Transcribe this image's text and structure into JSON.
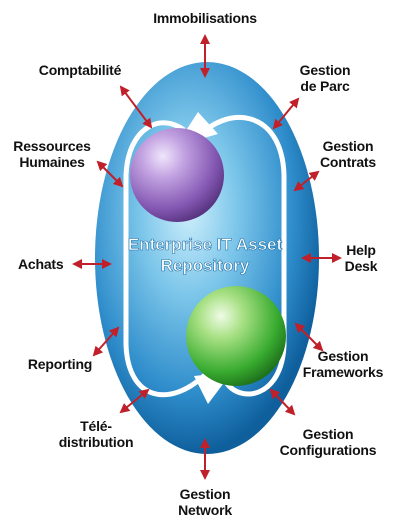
{
  "diagram": {
    "center_title_line1": "Enterprise IT Asset",
    "center_title_line2": "Repository",
    "labels": {
      "immobilisations": "Immobilisations",
      "comptabilite": "Comptabilité",
      "gestion_de_parc": "Gestion\nde Parc",
      "ressources_humaines": "Ressources\nHumaines",
      "gestion_contrats": "Gestion\nContrats",
      "achats": "Achats",
      "help_desk": "Help\nDesk",
      "reporting": "Reporting",
      "gestion_frameworks": "Gestion\nFrameworks",
      "teledistribution": "Télé-\ndistribution",
      "gestion_configurations": "Gestion\nConfigurations",
      "gestion_network": "Gestion\nNetwork"
    },
    "colors": {
      "ellipse_light": "#bfe6f7",
      "ellipse_mid": "#3c9fd6",
      "ellipse_dark": "#0e5f9c",
      "sphere_purple": "#8b5fb8",
      "sphere_green": "#3db23c",
      "arrow_red": "#c0202a",
      "cycle_arrow": "#ffffff"
    }
  }
}
